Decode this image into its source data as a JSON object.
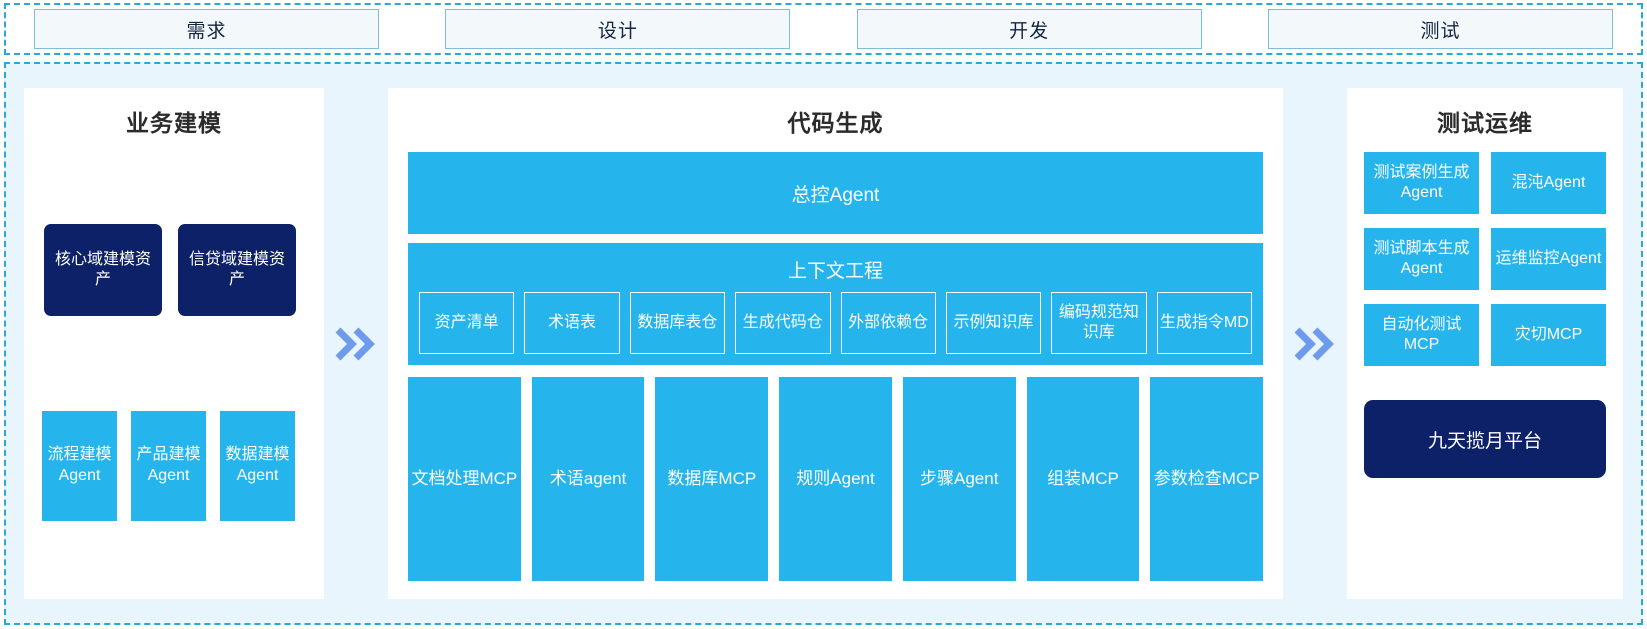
{
  "stages": [
    {
      "label": "需求"
    },
    {
      "label": "设计"
    },
    {
      "label": "开发"
    },
    {
      "label": "测试"
    }
  ],
  "left_panel": {
    "title": "业务建模",
    "assets": [
      {
        "label": "核心域建模资产"
      },
      {
        "label": "信贷域建模资产"
      }
    ],
    "agents": [
      {
        "label": "流程建模Agent"
      },
      {
        "label": "产品建模Agent"
      },
      {
        "label": "数据建模Agent"
      }
    ]
  },
  "center_panel": {
    "title": "代码生成",
    "master_agent": "总控Agent",
    "context": {
      "title": "上下文工程",
      "items": [
        {
          "label": "资产清单"
        },
        {
          "label": "术语表"
        },
        {
          "label": "数据库表仓"
        },
        {
          "label": "生成代码仓"
        },
        {
          "label": "外部依赖仓"
        },
        {
          "label": "示例知识库"
        },
        {
          "label": "编码规范知识库"
        },
        {
          "label": "生成指令MD"
        }
      ]
    },
    "tools": [
      {
        "label": "文档处理MCP"
      },
      {
        "label": "术语agent"
      },
      {
        "label": "数据库MCP"
      },
      {
        "label": "规则Agent"
      },
      {
        "label": "步骤Agent"
      },
      {
        "label": "组装MCP"
      },
      {
        "label": "参数检查MCP"
      }
    ]
  },
  "right_panel": {
    "title": "测试运维",
    "cards": [
      {
        "label": "测试案例生成Agent"
      },
      {
        "label": "混沌Agent"
      },
      {
        "label": "测试脚本生成Agent"
      },
      {
        "label": "运维监控Agent"
      },
      {
        "label": "自动化测试MCP"
      },
      {
        "label": "灾切MCP"
      }
    ],
    "platform": "九天揽月平台"
  },
  "separators": [
    {
      "icon": "double-chevron-right-icon"
    },
    {
      "icon": "double-chevron-right-icon"
    }
  ],
  "colors": {
    "cyan": "#25b5ec",
    "navy": "#0c2167",
    "frame_border": "#2aa8d8",
    "frame_bg": "#e9f5fd",
    "chevron": "#6e9bec"
  }
}
